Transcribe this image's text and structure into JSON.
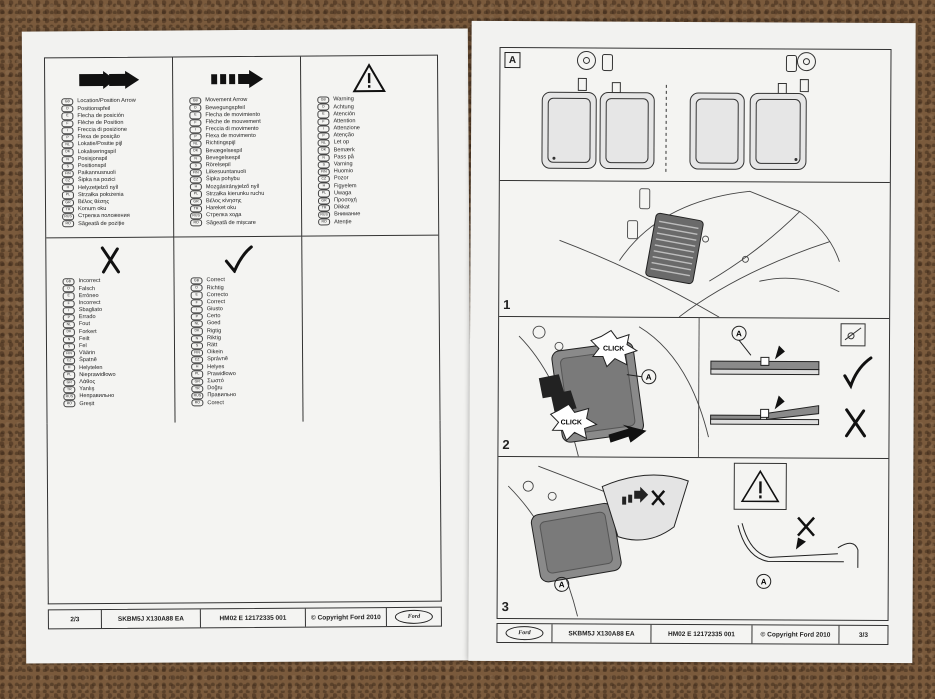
{
  "arrow_col": [
    "Location/Position Arrow",
    "Positionspfeil",
    "Flecha de posición",
    "Flèche de Position",
    "Freccia di posizione",
    "Flexa de posição",
    "Lokatie/Positie pijl",
    "Lokaliseringspil",
    "Posisjonspil",
    "Positionspil",
    "Paikannusnuoli",
    "Šipka na pozici",
    "Helyzetjelző nyíl",
    "Strzałka położenia",
    "Βέλος θέσης",
    "Konum oku",
    "Стрелка положения",
    "Săgeată de poziție"
  ],
  "move_col": [
    "Movement Arrow",
    "Bewegungspfeil",
    "Flecha de movimiento",
    "Flèche de mouvement",
    "Freccia di movimento",
    "Flexa de movimento",
    "Richtingspijl",
    "Bevægelsespil",
    "Bevegelsespil",
    "Rörelsepil",
    "Liikesuuntanuoli",
    "Šipka pohybu",
    "Mozgásirányjelző nyíl",
    "Strzałka kierunku ruchu",
    "Βέλος κίνησης",
    "Hareket oku",
    "Стрелка хода",
    "Săgeată de mișcare"
  ],
  "warn_col": [
    "Warning",
    "Achtung",
    "Atención",
    "Attention",
    "Attenzione",
    "Atenção",
    "Let op",
    "Bemærk",
    "Pass på",
    "Varning",
    "Huomio",
    "Pozor",
    "Figyelem",
    "Uwaga",
    "Προσοχή",
    "Dikkat",
    "Внимание",
    "Atenție"
  ],
  "incorrect_col": [
    "Incorrect",
    "Falsch",
    "Erróneo",
    "Incorrect",
    "Sbagliato",
    "Errado",
    "Fout",
    "Forkert",
    "Feilt",
    "Fel",
    "Väärin",
    "Špatně",
    "Helytelen",
    "Nieprawidłowo",
    "Λάθος",
    "Yanlış",
    "Неправильно",
    "Greșit"
  ],
  "correct_col": [
    "Correct",
    "Richtig",
    "Correcto",
    "Correct",
    "Giusto",
    "Certo",
    "Goed",
    "Rigtig",
    "Riktig",
    "Rätt",
    "Oikein",
    "Správně",
    "Helyes",
    "Prawidłowo",
    "Σωστό",
    "Doğru",
    "Правильно",
    "Corect"
  ],
  "lang_codes": [
    "GB",
    "D",
    "E",
    "F",
    "I",
    "P",
    "NL",
    "DK",
    "N",
    "S",
    "FIN",
    "CZ",
    "H",
    "PL",
    "GR",
    "TR",
    "RUS",
    "RO"
  ],
  "left_footer": {
    "page": "2/3",
    "code": "SKBM5J X130A88 EA",
    "part": "HM02 E 12172335 001",
    "copyright": "© Copyright Ford 2010",
    "logo": "Ford"
  },
  "right_footer": {
    "page": "3/3",
    "code": "SKBM5J X130A88 EA",
    "part": "HM02 E 12172335 001",
    "copyright": "© Copyright Ford 2010",
    "logo": "Ford"
  },
  "steps": {
    "a": "A",
    "s1": "1",
    "s2": "2",
    "s3": "3"
  },
  "callouts": {
    "click": "CLICK",
    "part_label": "A"
  }
}
